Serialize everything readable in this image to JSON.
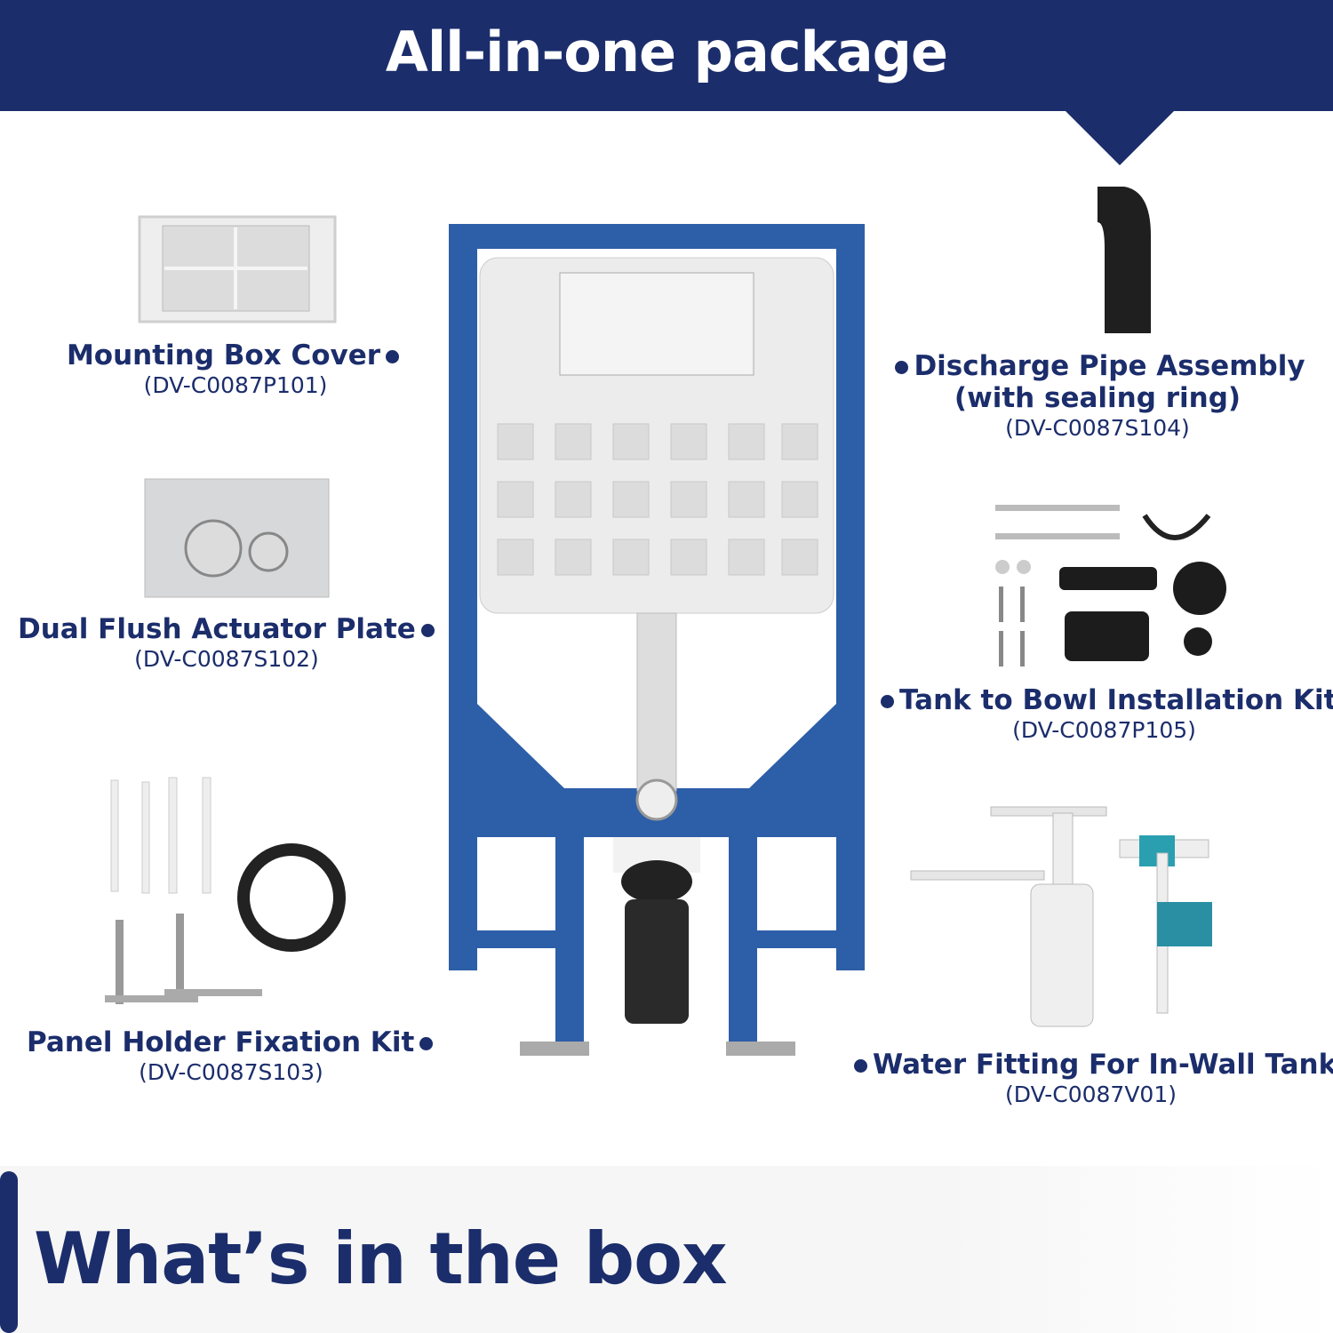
{
  "header": {
    "title": "All-in-one package"
  },
  "colors": {
    "brand": "#1b2d6b",
    "frame": "#2d5ea8"
  },
  "items": [
    {
      "name": "Mounting Box Cover",
      "code": "(DV-C0087P101)"
    },
    {
      "name": "Dual Flush Actuator Plate",
      "code": "(DV-C0087S102)"
    },
    {
      "name": "Panel Holder Fixation Kit",
      "code": "(DV-C0087S103)"
    },
    {
      "name": "Discharge Pipe Assembly",
      "name2": "(with sealing ring)",
      "code": "(DV-C0087S104)"
    },
    {
      "name": "Tank to Bowl Installation Kit",
      "code": "(DV-C0087P105)"
    },
    {
      "name": "Water Fitting For In-Wall Tank",
      "code": "(DV-C0087V01)"
    }
  ],
  "footer": {
    "title": "What’s in the box"
  }
}
